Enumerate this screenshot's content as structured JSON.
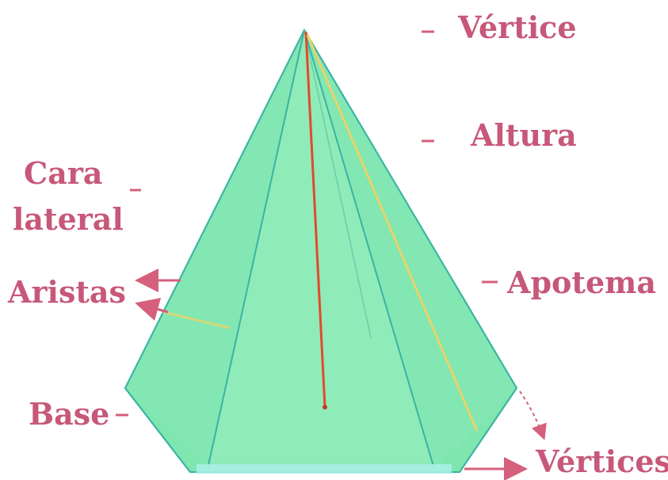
{
  "colors": {
    "face": "#7fe6b0",
    "face_light": "#a9f1c6",
    "edge": "#3bb3a2",
    "height_line": "#e24a2a",
    "apothem_line": "#e8d46a",
    "label": "#c7587a",
    "arrow": "#d4607c",
    "base_strip": "#a8f0e6"
  },
  "labels": {
    "vertex": "Vértice",
    "height": "Altura",
    "lateral_face_line1": "Cara",
    "lateral_face_line2": "lateral",
    "edges": "Aristas",
    "apothem": "Apotema",
    "base": "Base",
    "vertices": "Vértices"
  }
}
